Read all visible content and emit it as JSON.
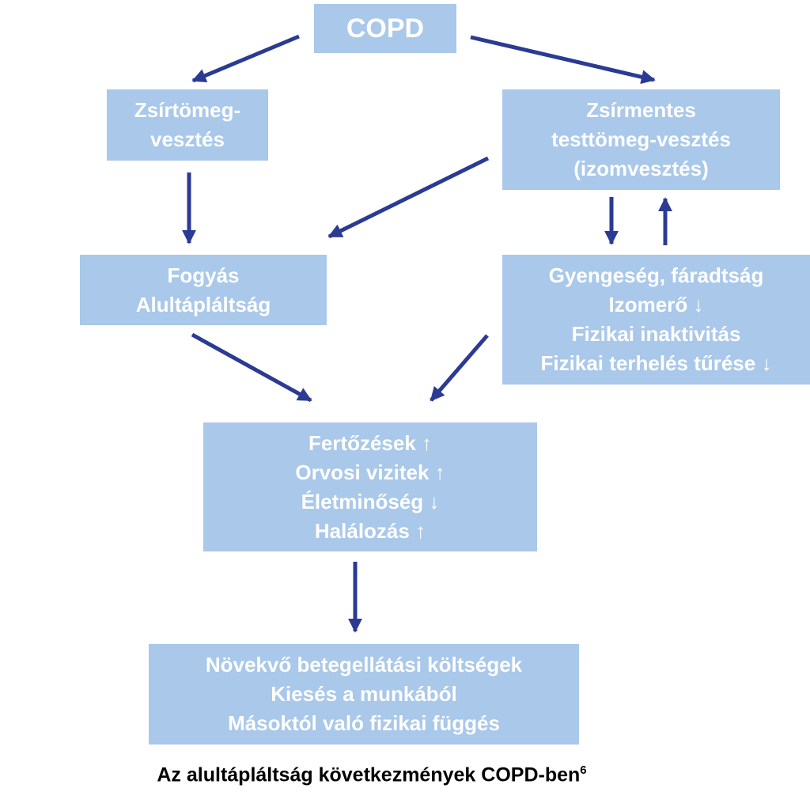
{
  "nodes": {
    "copd": {
      "lines": [
        "COPD"
      ]
    },
    "fat_loss": {
      "lines": [
        "Zsírtömeg-",
        "vesztés"
      ]
    },
    "ffm_loss": {
      "lines": [
        "Zsírmentes",
        "testtömeg-vesztés",
        "(izomvesztés)"
      ]
    },
    "weight_loss": {
      "lines": [
        "Fogyás",
        "Alultápláltság"
      ]
    },
    "weakness": {
      "lines": [
        "Gyengeség, fáradtság",
        "Izomerő ↓",
        "Fizikai inaktivitás",
        "Fizikai terhelés tűrése ↓"
      ]
    },
    "outcomes": {
      "lines": [
        "Fertőzések ↑",
        "Orvosi vizitek ↑",
        "Életminőség ↓",
        "Halálozás ↑"
      ]
    },
    "costs": {
      "lines": [
        "Növekvő betegellátási költségek",
        "Kiesés a munkából",
        "Másoktól való fizikai függés"
      ]
    }
  },
  "edges": [
    {
      "from": "copd",
      "to": "fat_loss"
    },
    {
      "from": "copd",
      "to": "ffm_loss"
    },
    {
      "from": "fat_loss",
      "to": "weight_loss"
    },
    {
      "from": "ffm_loss",
      "to": "weight_loss"
    },
    {
      "from": "ffm_loss",
      "to": "weakness"
    },
    {
      "from": "weakness",
      "to": "ffm_loss"
    },
    {
      "from": "weight_loss",
      "to": "outcomes"
    },
    {
      "from": "weakness",
      "to": "outcomes"
    },
    {
      "from": "outcomes",
      "to": "costs"
    }
  ],
  "colors": {
    "box": "#a9c8ea",
    "arrow": "#2b3a93",
    "box_text": "#ffffff"
  },
  "caption": {
    "text": "Az alultápláltság következmények COPD-ben",
    "superscript": "6"
  }
}
